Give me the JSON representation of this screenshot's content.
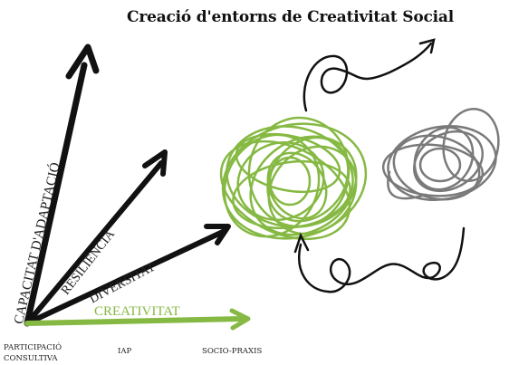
{
  "title": "Creació d'entorns de Creativitat Social",
  "arrows": {
    "capacitat": "CAPACITAT D'ADAPTACIÓ",
    "resiliencia": "RESILIÈNCIA",
    "diversitat": "DIVERSITAT",
    "creativitat": "CREATIVITAT"
  },
  "bottom_labels": {
    "participacio": "PARTICIPACIÓ CONSULTIVA",
    "iap": "IAP",
    "socio": "SOCIO-PRAXIS"
  },
  "colors": {
    "black": "#111111",
    "green": "#86b943",
    "gray": "#7a7a7a"
  }
}
